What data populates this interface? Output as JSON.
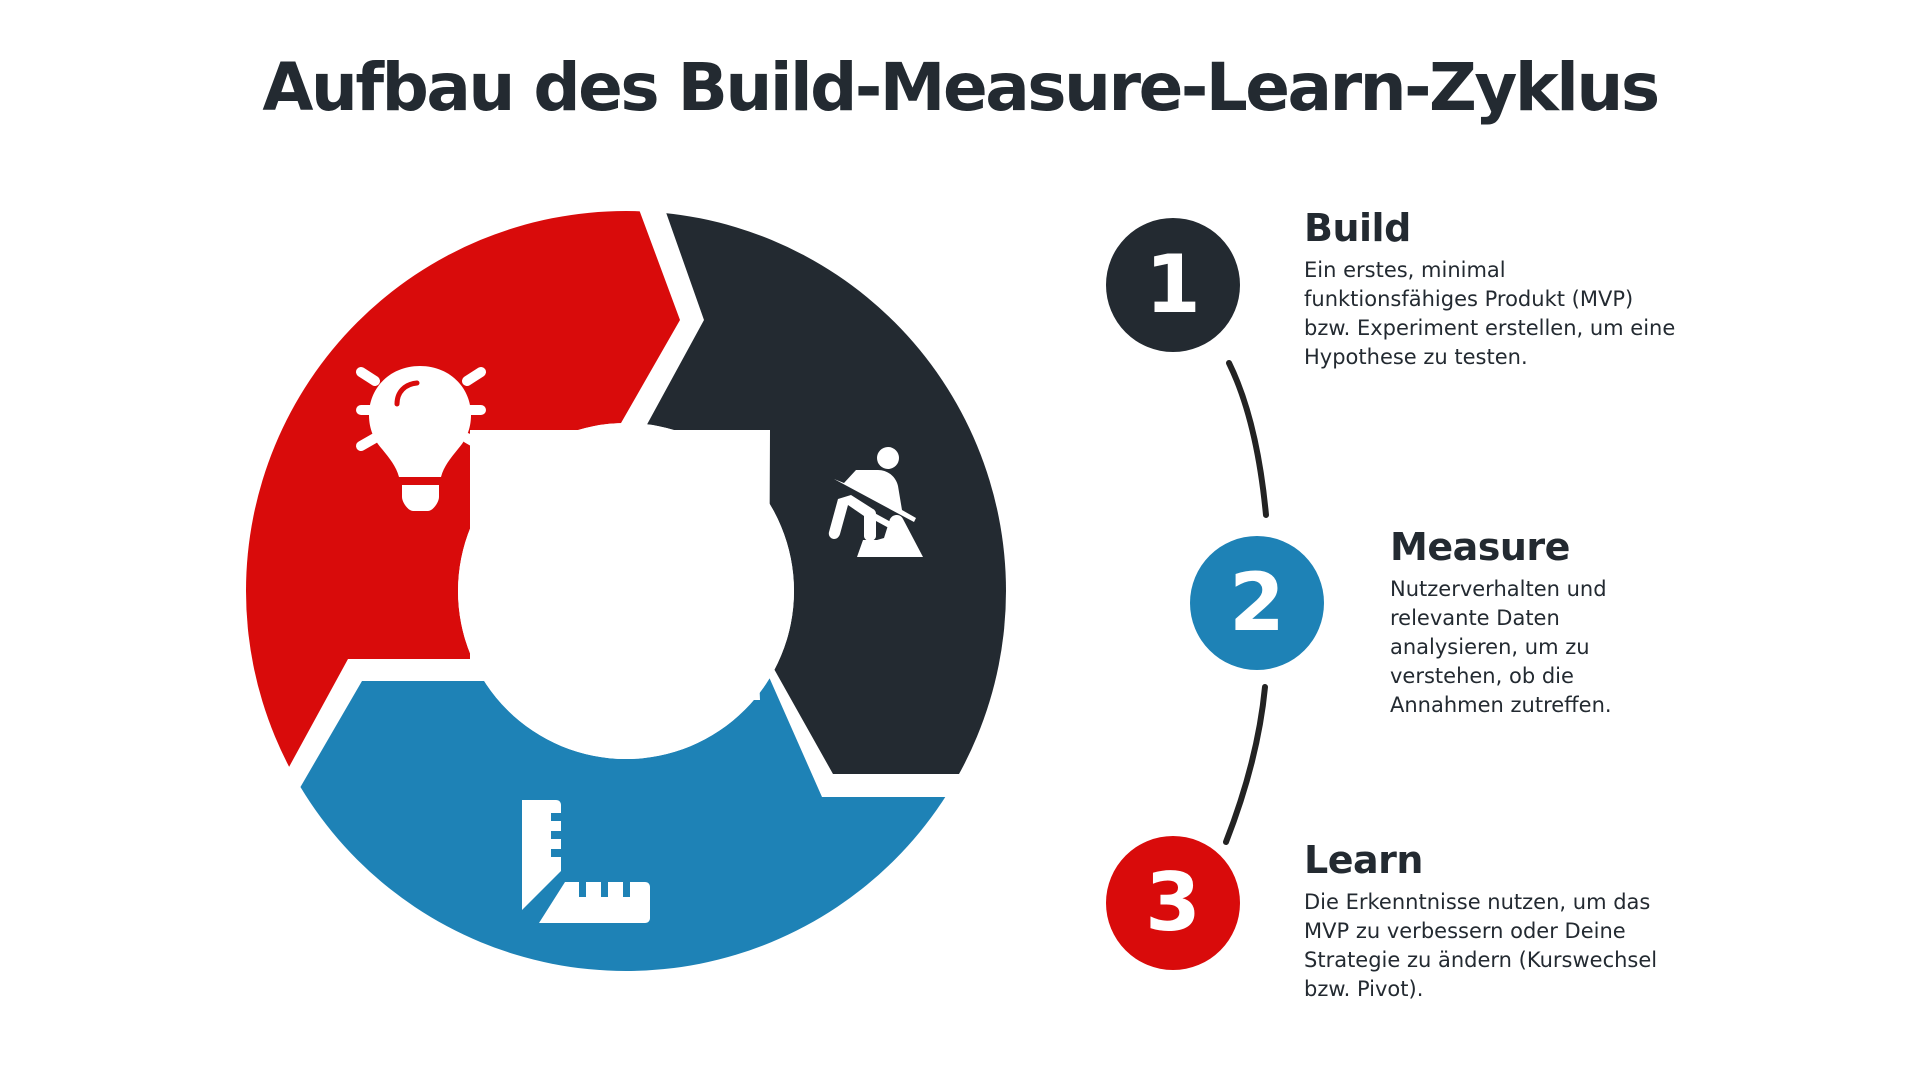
{
  "title": "Aufbau des Build-Measure-Learn-Zyklus",
  "colors": {
    "build": "#232a31",
    "measure": "#1e82b6",
    "learn": "#d90b0b",
    "text": "#232a31",
    "connector": "#232323"
  },
  "cycle": {
    "segments": [
      {
        "id": "learn",
        "color": "#d90b0b",
        "icon": "lightbulb-icon"
      },
      {
        "id": "build",
        "color": "#232a31",
        "icon": "construction-worker-shovel-icon"
      },
      {
        "id": "measure",
        "color": "#1e82b6",
        "icon": "ruler-square-icon"
      }
    ]
  },
  "steps": [
    {
      "number": "1",
      "heading": "Build",
      "color": "#232a31",
      "body": "Ein erstes, minimal funktionsfähiges Produkt (MVP) bzw. Experiment erstellen, um eine Hypothese zu testen."
    },
    {
      "number": "2",
      "heading": "Measure",
      "color": "#1e82b6",
      "body": "Nutzerverhalten und relevante Daten analysieren, um zu verstehen, ob die Annahmen zutreffen."
    },
    {
      "number": "3",
      "heading": "Learn",
      "color": "#d90b0b",
      "body": "Die Erkenntnisse nutzen, um das MVP zu verbessern oder Deine Strategie zu ändern (Kurswechsel bzw. Pivot)."
    }
  ]
}
